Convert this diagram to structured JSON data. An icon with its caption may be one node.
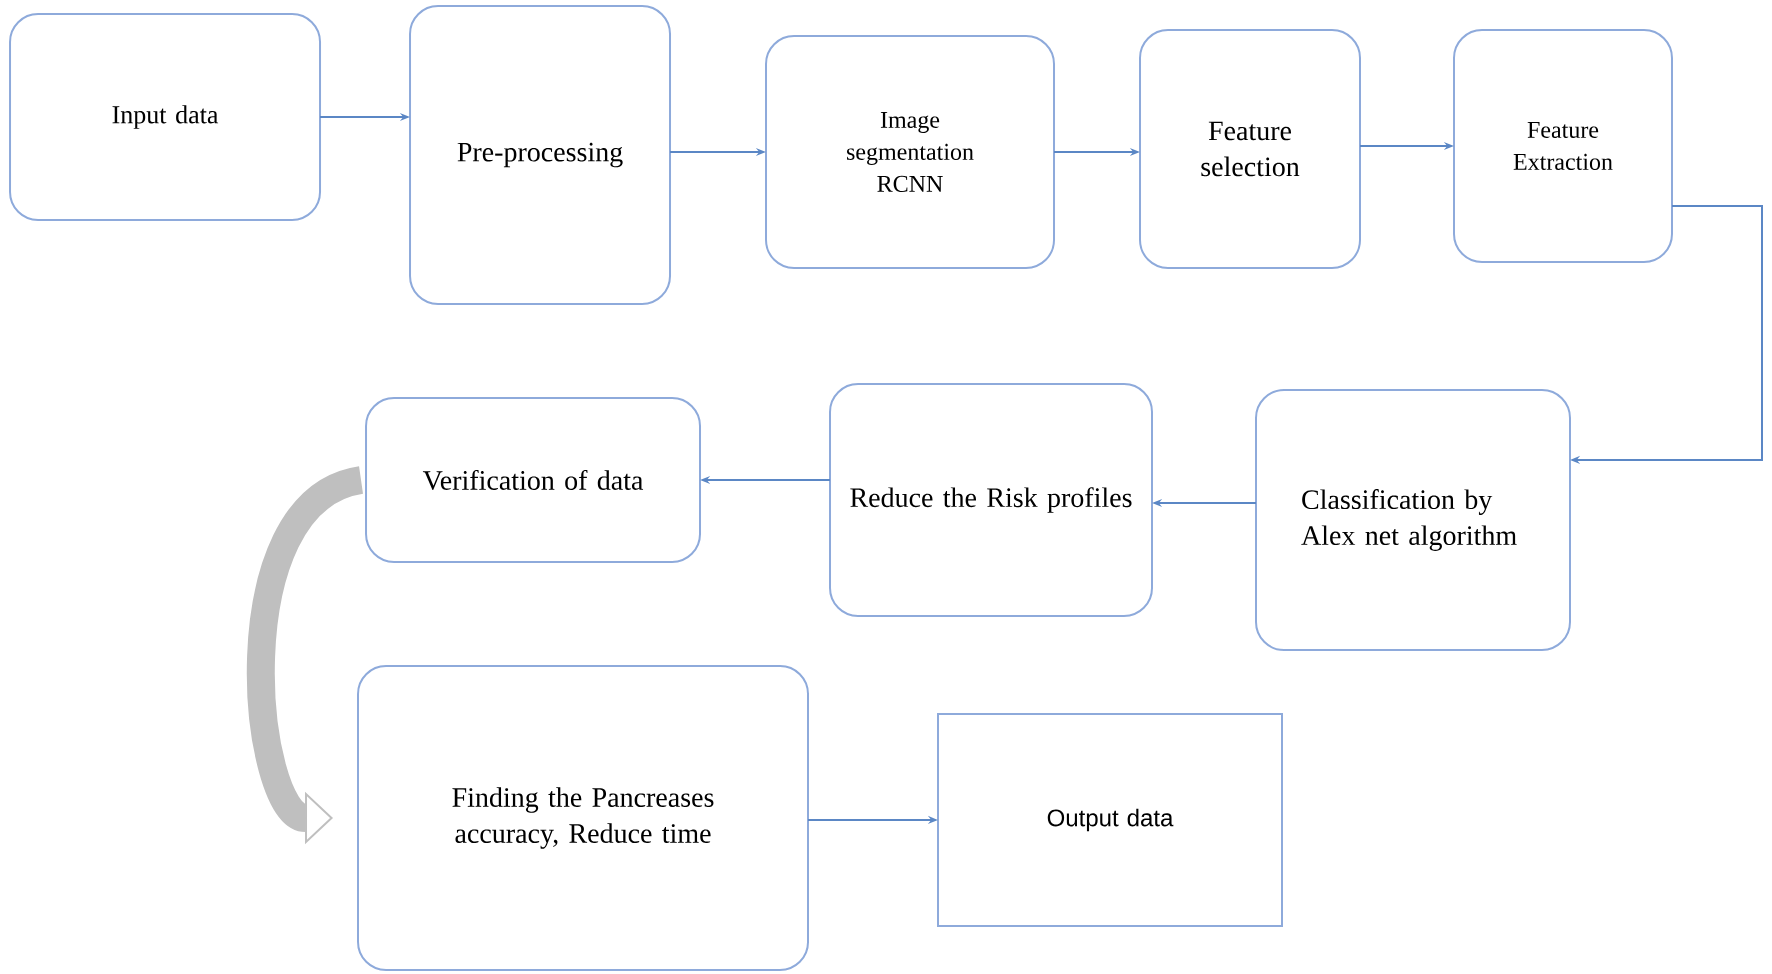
{
  "diagram": {
    "nodes": [
      {
        "text": [
          "Input data"
        ]
      },
      {
        "text": [
          "Pre-processing"
        ]
      },
      {
        "text": [
          "Image segmentation RCNN"
        ]
      },
      {
        "text": [
          "Feature selection"
        ]
      },
      {
        "text": [
          "Feature Extraction"
        ]
      },
      {
        "text": [
          "Classification by Alex net algorithm"
        ]
      },
      {
        "text": [
          "Reduce the Risk profiles"
        ]
      },
      {
        "text": [
          "Verification of data"
        ]
      },
      {
        "text": [
          "Finding the Pancreases accuracy, Reduce time"
        ]
      },
      {
        "text": [
          "Output data"
        ]
      }
    ],
    "edges": [
      {
        "from": 0,
        "to": 1,
        "arrow": "to"
      },
      {
        "from": 1,
        "to": 2,
        "arrow": "to"
      },
      {
        "from": 2,
        "to": 3,
        "arrow": "to"
      },
      {
        "from": 3,
        "to": 4,
        "arrow": "to"
      },
      {
        "from": 4,
        "to": 5,
        "arrow": "to"
      },
      {
        "from": 5,
        "to": 6,
        "arrow": "to"
      },
      {
        "from": 6,
        "to": 7,
        "arrow": "to"
      },
      {
        "from": 7,
        "to": 8,
        "arrow": "to",
        "style": "thick",
        "color": "#bfbfbf"
      },
      {
        "from": 8,
        "to": 9,
        "arrow": "to"
      }
    ]
  }
}
